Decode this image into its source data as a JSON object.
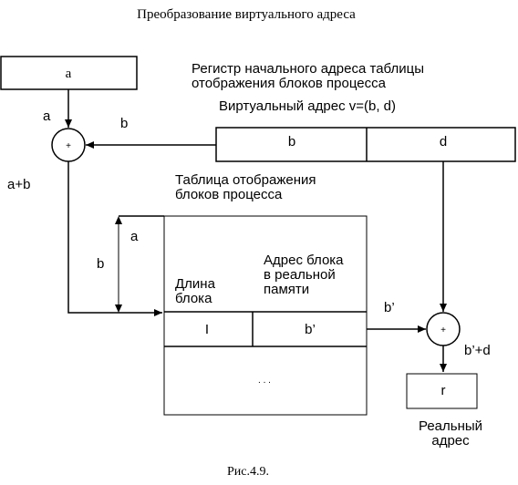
{
  "title": "Преобразование виртуального адреса",
  "register": {
    "box_label": "a",
    "caption_line1": "Регистр начального адреса таблицы",
    "caption_line2": "отображения блоков процесса"
  },
  "virtual_address": {
    "caption": "Виртуальный адрес v=(b, d)",
    "field_b": "b",
    "field_d": "d"
  },
  "adder1": {
    "symbol": "+"
  },
  "adder2": {
    "symbol": "+"
  },
  "labels": {
    "a_left": "a",
    "b_arrow": "b",
    "a_plus_b": "a+b",
    "b_offset": "b",
    "a_offset": "a",
    "b_prime_arrow": "b’",
    "b_prime_plus_d": "b’+d"
  },
  "table": {
    "caption_line1": "Таблица отображения",
    "caption_line2": "блоков процесса",
    "col_length_line1": "Длина",
    "col_length_line2": "блока",
    "col_address_line1": "Адрес блока",
    "col_address_line2": "в реальной",
    "col_address_line3": "памяти",
    "cell_length": "I",
    "cell_address": "b’",
    "dots": ". . ."
  },
  "result": {
    "box_label": "r",
    "caption_line1": "Реальный",
    "caption_line2": "адрес"
  },
  "figure_caption": "Рис.4.9."
}
